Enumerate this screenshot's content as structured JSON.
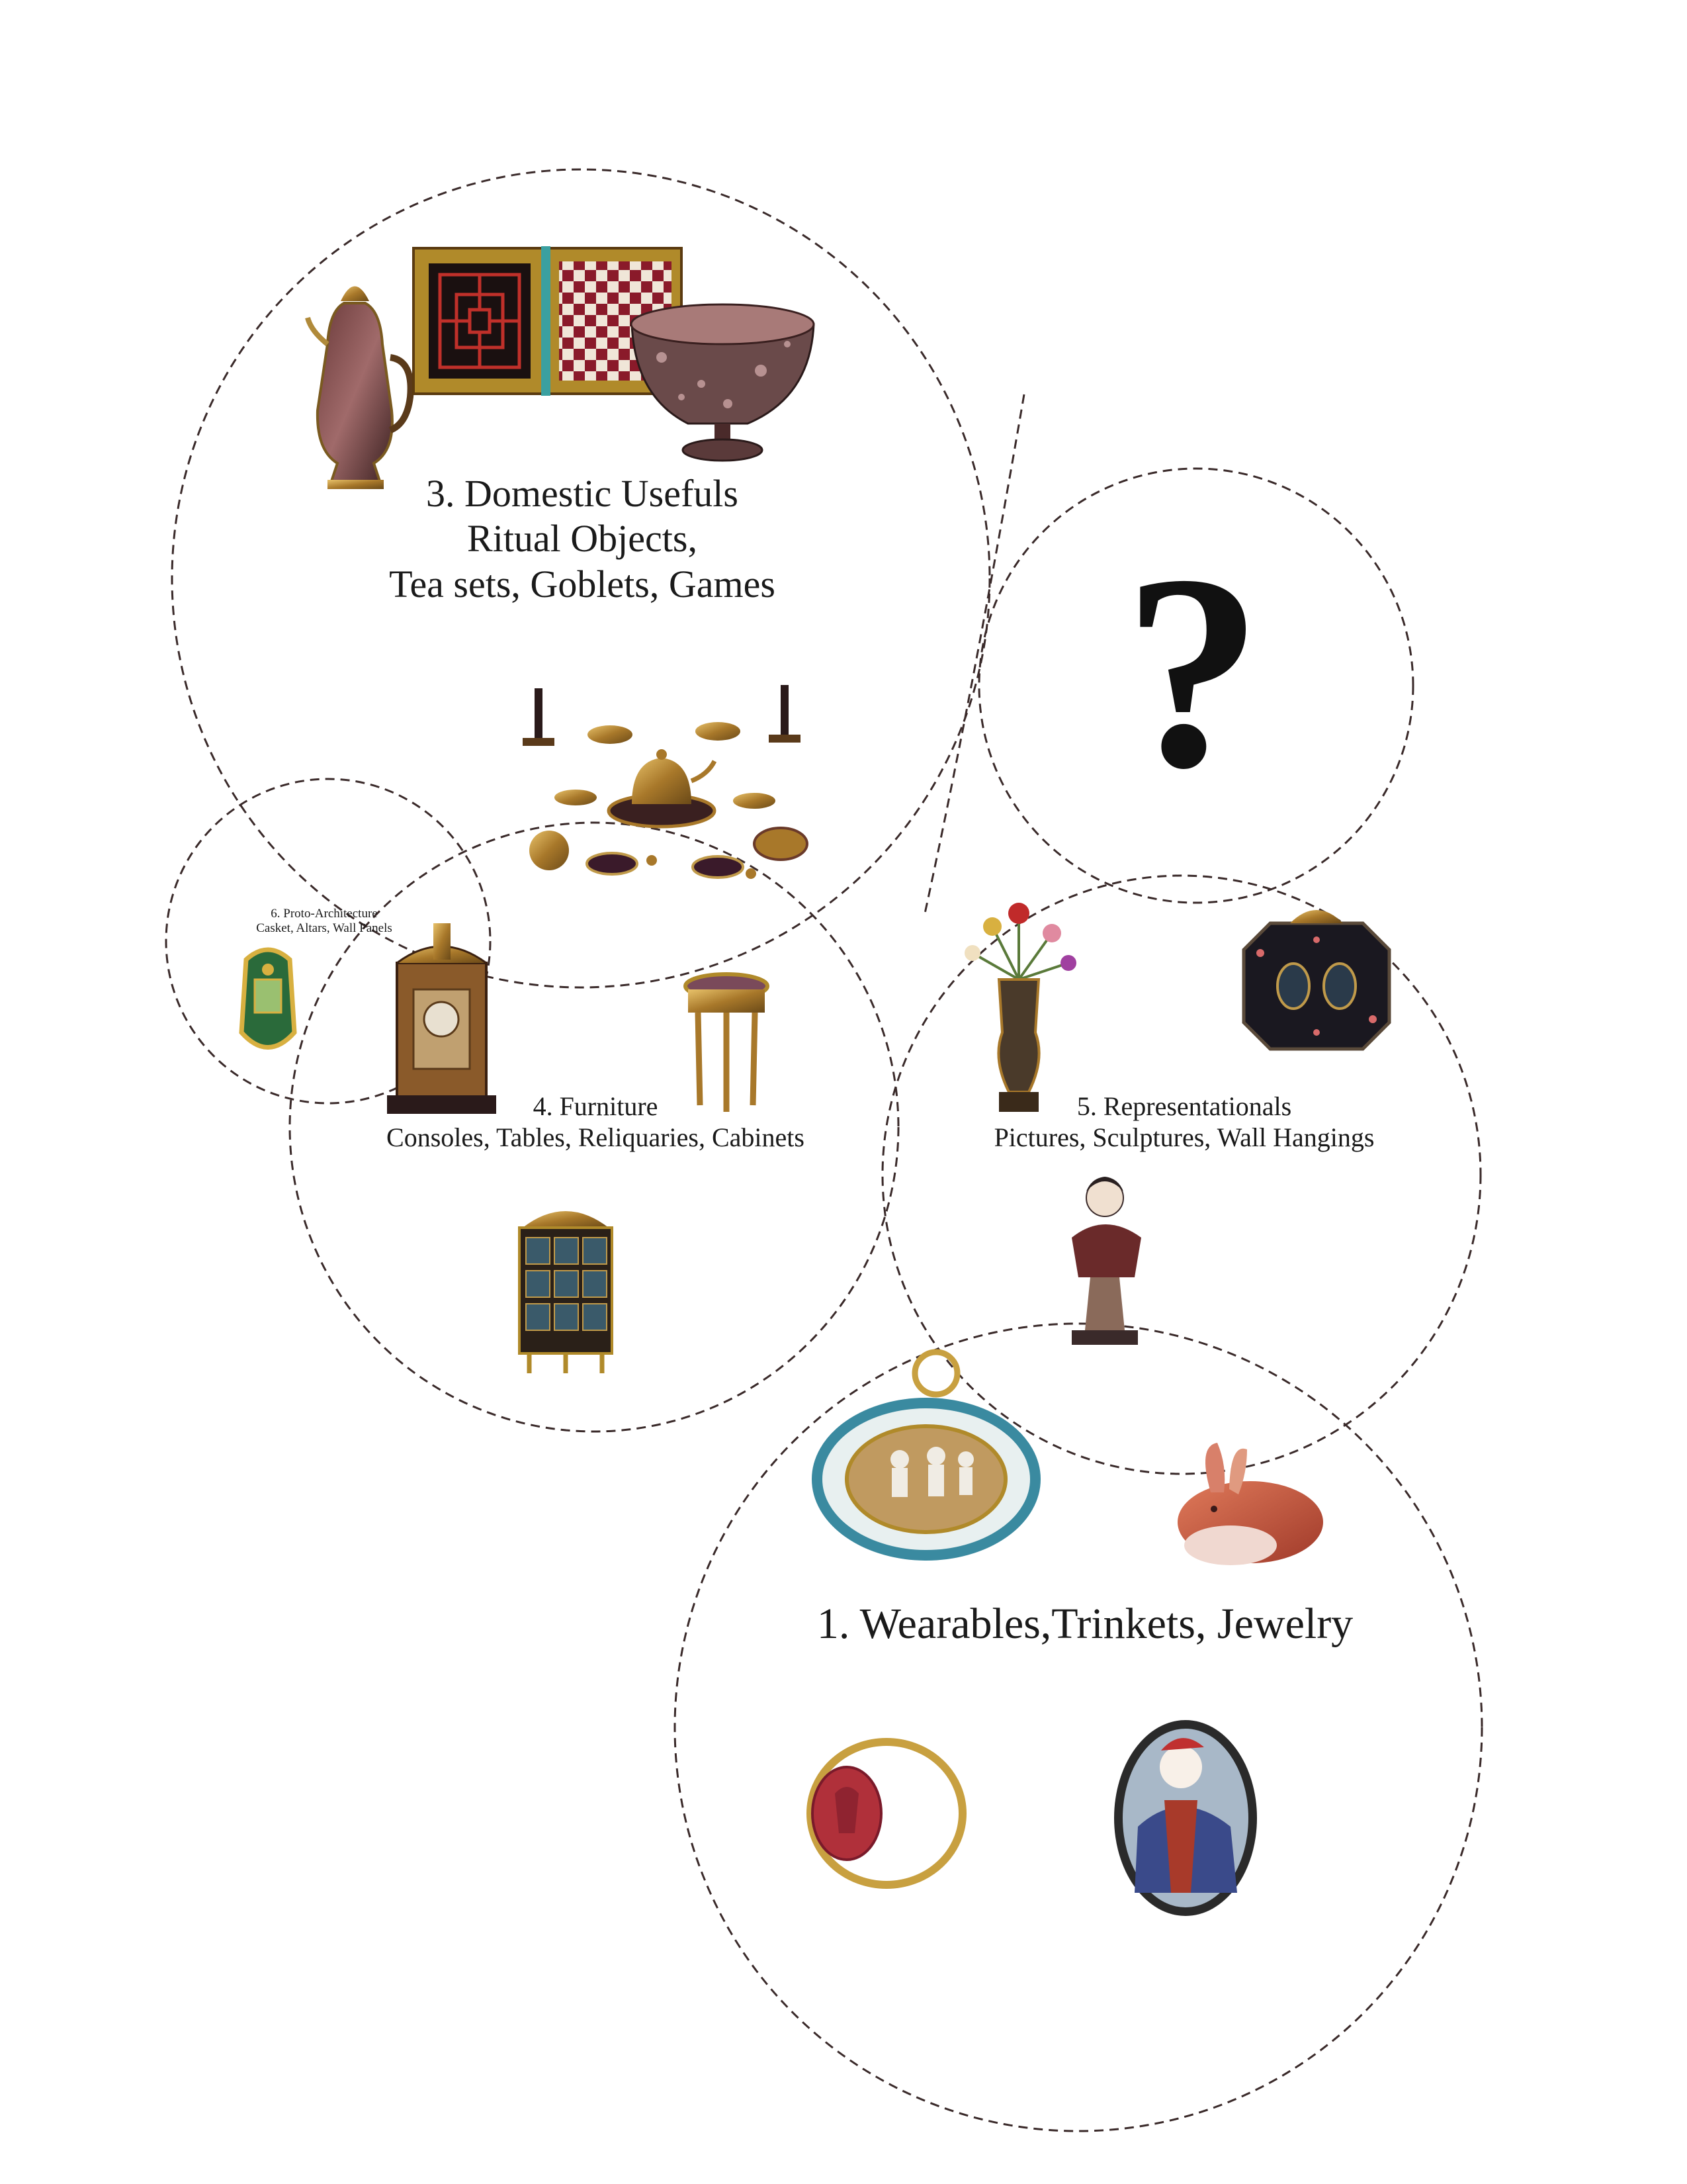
{
  "groups": {
    "domestic": {
      "lines": [
        "3. Domestic Usefuls",
        "Ritual Objects,",
        "Tea sets, Goblets, Games"
      ]
    },
    "furniture": {
      "lines": [
        "4. Furniture",
        "Consoles, Tables, Reliquaries, Cabinets"
      ]
    },
    "representationals": {
      "lines": [
        "5. Representationals",
        "Pictures, Sculptures, Wall Hangings"
      ]
    },
    "proto": {
      "lines": [
        "6. Proto-Architecture",
        "Casket, Altars, Wall Panels"
      ]
    },
    "wearables": {
      "lines": [
        "1. Wearables,Trinkets, Jewelry"
      ]
    },
    "unknown": {
      "symbol": "?"
    }
  },
  "images": [
    "ewer",
    "game-board",
    "stone-bowl",
    "tea-service",
    "wall-panel",
    "reliquary-clock",
    "round-table",
    "cabinet",
    "flower-vase",
    "octagonal-plaque",
    "bust",
    "cameo-pendant",
    "agate-rabbit",
    "signet-ring",
    "portrait-cameo"
  ],
  "colors": {
    "circle_stroke": "#3a2a2a",
    "text": "#1a1a1a"
  }
}
